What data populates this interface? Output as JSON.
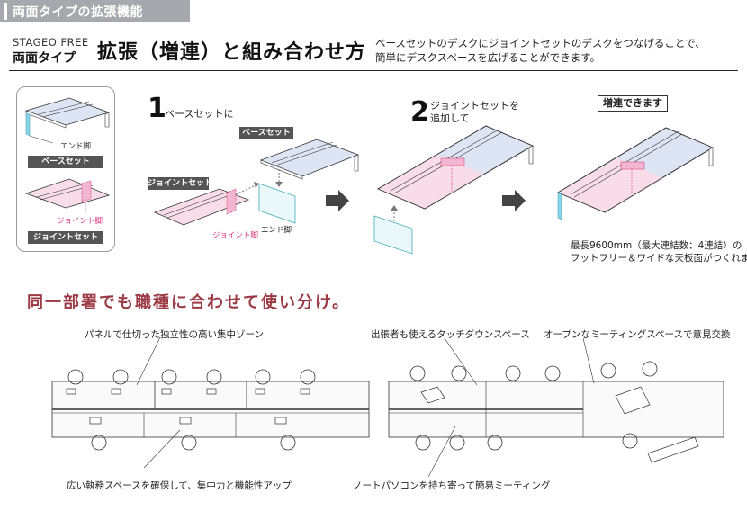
{
  "banner": {
    "title": "両面タイプの拡張機能"
  },
  "brand": {
    "series": "STAGEO FREE",
    "type": "両面タイプ"
  },
  "headline": "拡張（増連）と組み合わせ方",
  "lead": {
    "line1": "ベースセットのデスクにジョイントセットのデスクをつなげることで、",
    "line2": "簡単にデスクスペースを広げることができます。"
  },
  "legend": {
    "end_leg": "エンド脚",
    "base_set": "ベースセット",
    "joint_leg": "ジョイント脚",
    "joint_set": "ジョイントセット"
  },
  "step1": {
    "number": "1",
    "text": "ベースセットに",
    "base_set_tag": "ベースセット",
    "joint_set_tag": "ジョイントセット",
    "joint_leg": "ジョイント脚",
    "end_leg": "エンド脚"
  },
  "step2": {
    "number": "2",
    "text_line1": "ジョイントセットを",
    "text_line2": "追加して"
  },
  "result": {
    "box": "増連できます",
    "note_line1": "最長9600mm（最大連結数：4連結）の",
    "note_line2": "フットフリー＆ワイドな天板面がつくれます。"
  },
  "section_title": "同一部署でも職種に合わせて使い分け。",
  "layouts": {
    "cap_top_left": "パネルで仕切った独立性の高い集中ゾーン",
    "cap_bottom_left": "広い執務スペースを確保して、集中力と機能性アップ",
    "cap_top_right_1": "出張者も使えるタッチダウンスペース",
    "cap_top_right_2": "オープンなミーティングスペースで意見交換",
    "cap_bottom_right": "ノートパソコンを持ち寄って簡易ミーティング"
  },
  "colors": {
    "banner": "#a5a8ac",
    "base_desk": "#dde4f3",
    "joint_desk": "#f8dde9",
    "pink_accent": "#d8337a",
    "end_leg": "#8ad4e8",
    "section_title": "#9b3a44"
  }
}
